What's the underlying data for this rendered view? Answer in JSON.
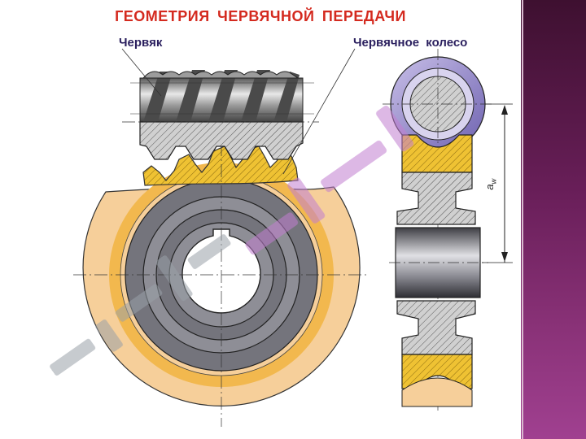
{
  "title": "ГЕОМЕТРИЯ  ЧЕРВЯЧНОЙ  ПЕРЕДАЧИ",
  "labels": {
    "worm": "Червяк",
    "wheel": "Червячное  колесо",
    "center_distance": "a",
    "center_distance_sub": "w"
  },
  "colors": {
    "title": "#d42a1f",
    "labels": "#2a1f5e",
    "wheel_rim": "#f6cf9a",
    "wheel_teeth": "#efc233",
    "hub_gray": "#7a7a82",
    "side_strip": "#6a1f5a"
  }
}
